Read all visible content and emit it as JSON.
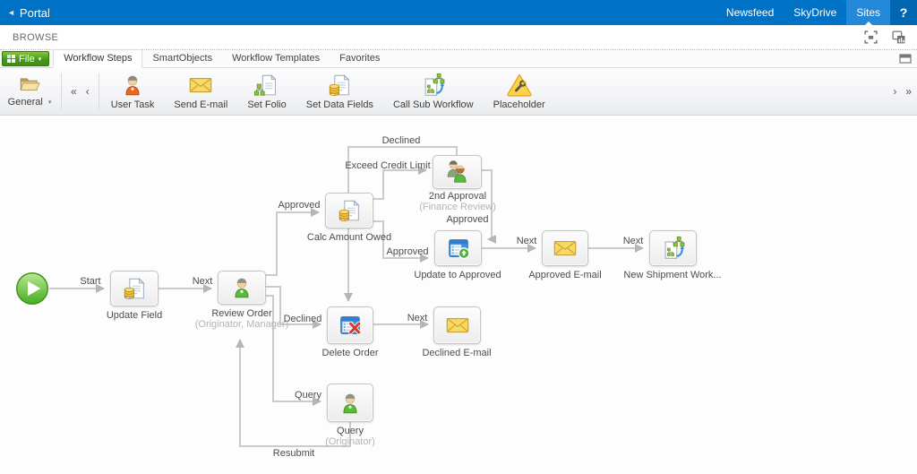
{
  "suite_bar": {
    "title": "Portal",
    "links": [
      {
        "label": "Newsfeed",
        "active": false
      },
      {
        "label": "SkyDrive",
        "active": false
      },
      {
        "label": "Sites",
        "active": true
      }
    ],
    "help_label": "?"
  },
  "browse_bar": {
    "label": "BROWSE"
  },
  "ribbon": {
    "file_button": {
      "label": "File"
    },
    "tabs": [
      {
        "label": "Workflow Steps",
        "active": true
      },
      {
        "label": "SmartObjects",
        "active": false
      },
      {
        "label": "Workflow Templates",
        "active": false
      },
      {
        "label": "Favorites",
        "active": false
      }
    ],
    "toolbar": {
      "group": {
        "label": "General"
      },
      "items": [
        {
          "label": "User Task",
          "icon": "user-task-icon"
        },
        {
          "label": "Send E-mail",
          "icon": "send-email-icon"
        },
        {
          "label": "Set Folio",
          "icon": "set-folio-icon"
        },
        {
          "label": "Set Data Fields",
          "icon": "set-data-fields-icon"
        },
        {
          "label": "Call Sub Workflow",
          "icon": "call-sub-workflow-icon"
        },
        {
          "label": "Placeholder",
          "icon": "placeholder-icon"
        }
      ]
    }
  },
  "diagram": {
    "nodes": [
      {
        "id": "start",
        "label": "",
        "icon": "start-play-icon"
      },
      {
        "id": "update-field",
        "label": "Update Field",
        "icon": "data-fields-icon"
      },
      {
        "id": "review-order",
        "label": "Review Order",
        "sublabel": "(Originator, Manager)",
        "icon": "user-task-icon"
      },
      {
        "id": "calc-amount-owed",
        "label": "Calc Amount Owed",
        "icon": "data-fields-icon"
      },
      {
        "id": "second-approval",
        "label": "2nd Approval",
        "sublabel": "(Finance Review)",
        "icon": "two-users-icon"
      },
      {
        "id": "update-to-approved",
        "label": "Update to Approved",
        "icon": "folder-add-icon"
      },
      {
        "id": "approved-email",
        "label": "Approved E-mail",
        "icon": "email-icon"
      },
      {
        "id": "new-shipment-workflow",
        "label": "New Shipment Work...",
        "icon": "sub-workflow-icon"
      },
      {
        "id": "delete-order",
        "label": "Delete Order",
        "icon": "folder-delete-icon"
      },
      {
        "id": "declined-email",
        "label": "Declined E-mail",
        "icon": "email-icon"
      },
      {
        "id": "query",
        "label": "Query",
        "sublabel": "(Originator)",
        "icon": "user-task-icon"
      }
    ],
    "edges": [
      {
        "from": "start",
        "to": "update-field",
        "label": "Start"
      },
      {
        "from": "update-field",
        "to": "review-order",
        "label": "Next"
      },
      {
        "from": "review-order",
        "to": "calc-amount-owed",
        "label": "Approved"
      },
      {
        "from": "calc-amount-owed",
        "to": "second-approval",
        "label": "Exceed Credit Limit"
      },
      {
        "from": "second-approval",
        "to": "delete-order",
        "label": "Declined"
      },
      {
        "from": "second-approval",
        "to": "update-to-approved",
        "label": "Approved"
      },
      {
        "from": "calc-amount-owed",
        "to": "update-to-approved",
        "label": "Approved"
      },
      {
        "from": "update-to-approved",
        "to": "approved-email",
        "label": "Next"
      },
      {
        "from": "approved-email",
        "to": "new-shipment-workflow",
        "label": "Next"
      },
      {
        "from": "review-order",
        "to": "delete-order",
        "label": "Declined"
      },
      {
        "from": "delete-order",
        "to": "declined-email",
        "label": "Next"
      },
      {
        "from": "review-order",
        "to": "query",
        "label": "Query"
      },
      {
        "from": "query",
        "to": "review-order",
        "label": "Resubmit"
      }
    ]
  },
  "colors": {
    "suite_bar": "#0072c6",
    "suite_link_active_bg": "#2488d8",
    "help_bg": "#0067b0",
    "file_button_green": "#459a18",
    "canvas_line": "#c9c9c9",
    "node_border": "#c5c5c5",
    "envelope_yellow": "#f9d964",
    "start_green": "#49ad22",
    "accent_blue": "#3e92e0",
    "org_chart_green": "#8cc63f"
  }
}
